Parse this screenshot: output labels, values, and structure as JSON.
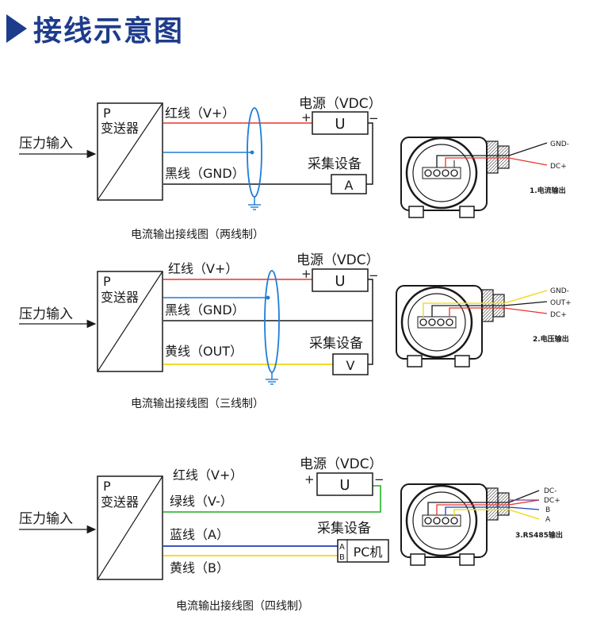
{
  "page_title": "接线示意图",
  "colors": {
    "title": "#1e3c8c",
    "red": "#e8352b",
    "blue": "#1f7dd6",
    "black": "#1a1a1a",
    "yellow": "#f2dd2a",
    "green": "#3dbb3d",
    "dark_blue": "#1f3fb5",
    "purple": "#7a3f8c"
  },
  "common": {
    "pressure_input": "压力输入",
    "transmitter_p": "P",
    "transmitter_label": "变送器",
    "power_label": "电源（VDC）",
    "u_label": "U",
    "plus": "+",
    "minus": "−",
    "collector_label": "采集设备"
  },
  "diagram1": {
    "wire_red": "红线（V+）",
    "wire_black": "黑线（GND）",
    "device": "A",
    "caption": "电流输出接线图（两线制）",
    "pin_gnd": "GND-",
    "pin_dc": "DC+",
    "device_caption": "1.电流输出"
  },
  "diagram2": {
    "wire_red": "红线（V+）",
    "wire_black": "黑线（GND）",
    "wire_yellow": "黄线（OUT）",
    "device": "V",
    "caption": "电流输出接线图（三线制）",
    "pin_gnd": "GND-",
    "pin_out": "OUT+",
    "pin_dc": "DC+",
    "device_caption": "2.电压输出"
  },
  "diagram3": {
    "wire_red": "红线（V+）",
    "wire_green": "绿线（V-）",
    "wire_blue": "蓝线（A）",
    "wire_yellow": "黄线（B）",
    "device_a": "A",
    "device_b": "B",
    "device": "PC机",
    "caption": "电流输出接线图（四线制）",
    "pin_dcm": "DC-",
    "pin_dcp": "DC+",
    "pin_b": "B",
    "pin_a": "A",
    "device_caption": "3.RS485输出"
  }
}
